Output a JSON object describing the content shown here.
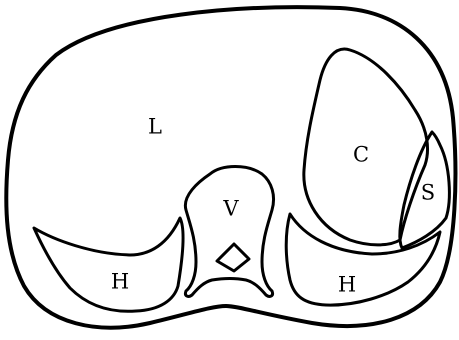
{
  "labels": {
    "L": "L",
    "C": "C",
    "S": "S",
    "V": "V",
    "H_left": "H",
    "H_right": "H"
  },
  "colors": {
    "stroke": "#000000",
    "background": "#ffffff"
  }
}
